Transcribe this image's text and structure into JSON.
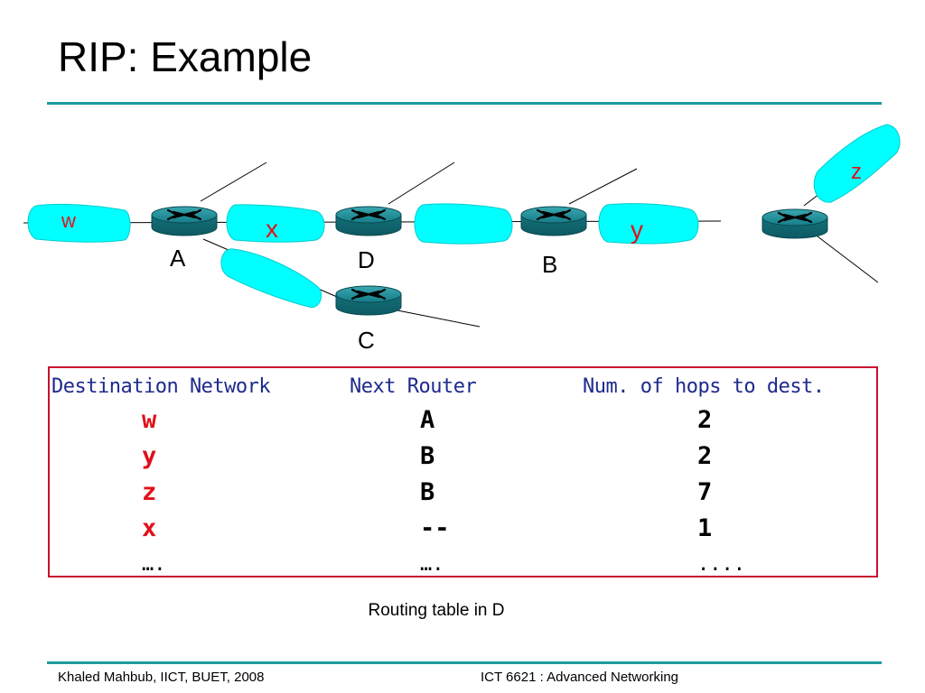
{
  "slide": {
    "title": "RIP: Example",
    "caption": "Routing table in D",
    "footer_left": "Khaled Mahbub, IICT, BUET, 2008",
    "footer_right": "ICT 6621 : Advanced Networking"
  },
  "diagram": {
    "routers": [
      "A",
      "D",
      "B",
      "C"
    ],
    "networks": [
      "w",
      "x",
      "y",
      "z"
    ],
    "colors": {
      "network_fill": "#00ffff",
      "router_fill": "#1a8a95",
      "network_label": "#e0101a",
      "rule": "#1f9aa0"
    },
    "icons": [
      "router-icon"
    ]
  },
  "routing_table": {
    "headers": [
      "Destination Network",
      "Next  Router",
      "Num. of hops to dest."
    ],
    "rows": [
      {
        "dest": "w",
        "next": "A",
        "hops": "2"
      },
      {
        "dest": "y",
        "next": "B",
        "hops": "2"
      },
      {
        "dest": "z",
        "next": "B",
        "hops": "7"
      },
      {
        "dest": "x",
        "next": "--",
        "hops": "1"
      },
      {
        "dest": "….",
        "next": "….",
        "hops": "...."
      }
    ]
  }
}
